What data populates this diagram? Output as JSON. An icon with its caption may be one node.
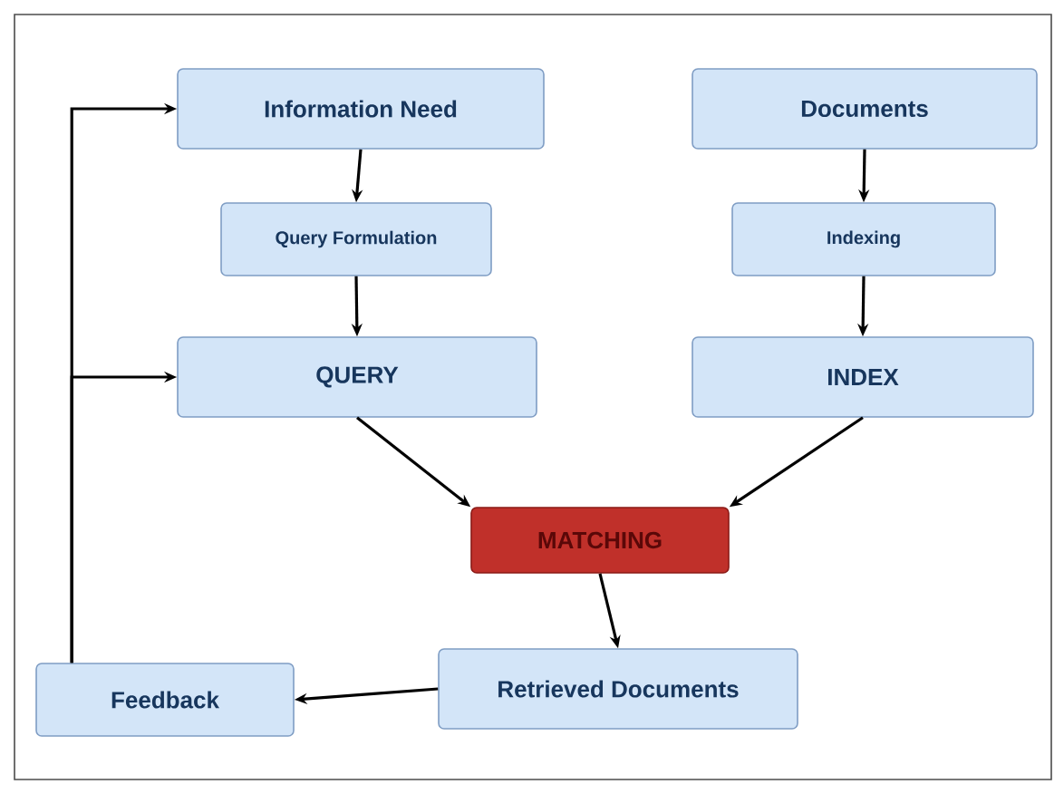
{
  "diagram": {
    "nodes": [
      {
        "text": [
          "Information Need"
        ]
      },
      {
        "text": [
          "Documents"
        ]
      },
      {
        "text": [
          "Query Formulation"
        ]
      },
      {
        "text": [
          "Indexing"
        ]
      },
      {
        "text": [
          "QUERY"
        ]
      },
      {
        "text": [
          "INDEX"
        ]
      },
      {
        "text": [
          "MATCHING"
        ]
      },
      {
        "text": [
          "Retrieved Documents"
        ]
      },
      {
        "text": [
          "Feedback"
        ]
      }
    ],
    "edges": [
      {
        "from": 0,
        "to": 2,
        "arrow": "to"
      },
      {
        "from": 2,
        "to": 4,
        "arrow": "to"
      },
      {
        "from": 1,
        "to": 3,
        "arrow": "to"
      },
      {
        "from": 3,
        "to": 5,
        "arrow": "to"
      },
      {
        "from": 4,
        "to": 6,
        "arrow": "to"
      },
      {
        "from": 5,
        "to": 6,
        "arrow": "to"
      },
      {
        "from": 6,
        "to": 7,
        "arrow": "to"
      },
      {
        "from": 7,
        "to": 8,
        "arrow": "to"
      },
      {
        "from": 8,
        "to": 0,
        "arrow": "to"
      },
      {
        "from": 8,
        "to": 4,
        "arrow": "to"
      }
    ]
  }
}
